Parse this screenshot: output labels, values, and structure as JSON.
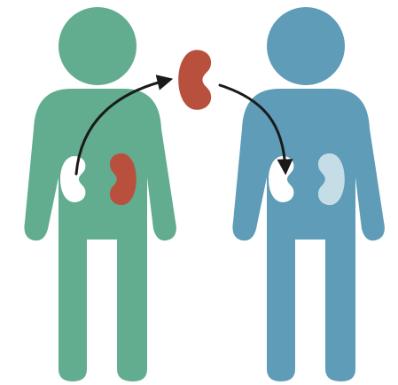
{
  "donor": {
    "name": "",
    "body_color": "#62ad8f",
    "kidney_remaining_color": "#b9503d",
    "kidney_removed_color": "#ffffff"
  },
  "recipient": {
    "name": "",
    "body_color": "#5f9cb8",
    "kidney_new_color": "#ffffff",
    "kidney_existing_color": "#c5dde7"
  },
  "transplanted_kidney": {
    "color": "#b9503d"
  },
  "arrows": {
    "color": "#1a1a1a",
    "items": [
      {
        "from": "donor-kidney-socket",
        "to": "transplanted-kidney"
      },
      {
        "from": "transplanted-kidney",
        "to": "recipient-kidney-socket"
      }
    ]
  }
}
